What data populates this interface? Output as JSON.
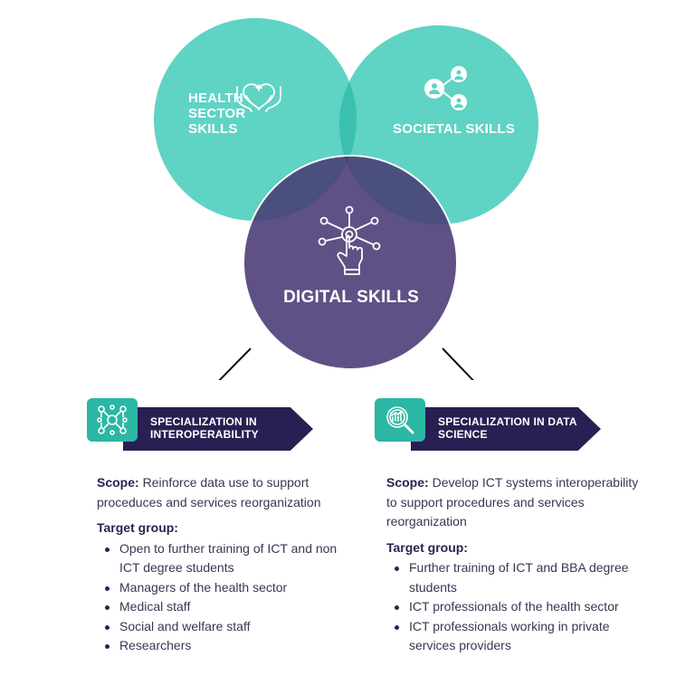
{
  "venn": {
    "health_label": "HEALTH SECTOR SKILLS",
    "societal_label": "SOCIETAL SKILLS",
    "digital_label": "DIGITAL SKILLS",
    "colors": {
      "teal": "#5fd3c4",
      "purple": "#5f5185",
      "overlap": "#3bbfae",
      "triple": "#3c4b73"
    },
    "icons": {
      "health": "heart-hands-icon",
      "societal": "people-network-icon",
      "digital": "touch-network-icon"
    }
  },
  "specializations": [
    {
      "title": "SPECIALIZATION IN INTEROPERABILITY",
      "icon": "network-nodes-icon",
      "scope_label": "Scope:",
      "scope_text": "Reinforce data use to support proceduces and services reorganization",
      "target_label": "Target group:",
      "targets": [
        "Open to further training of ICT and non ICT degree students",
        "Managers of the health sector",
        "Medical staff",
        "Social and welfare staff",
        "Researchers"
      ]
    },
    {
      "title": "SPECIALIZATION IN DATA SCIENCE",
      "icon": "magnifier-chart-icon",
      "scope_label": "Scope:",
      "scope_text": "Develop ICT systems interoperability to support procedures and services reorganization",
      "target_label": "Target group:",
      "targets": [
        "Further training of ICT and BBA degree students",
        "ICT professionals of the health sector",
        "ICT professionals working in private services providers"
      ]
    }
  ]
}
